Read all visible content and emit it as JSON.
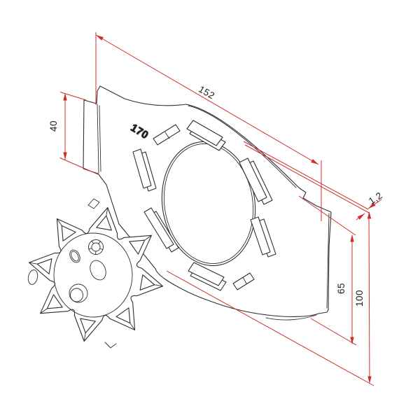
{
  "drawing": {
    "part_label": "170",
    "dimensions": {
      "plate_length": "152",
      "tab_height": "40",
      "sheet_thickness": "1,2",
      "edge_offset": "65",
      "plate_width": "100"
    },
    "colors": {
      "dimension_lines": "#cc2e2a",
      "part_lines": "#2f2f2f",
      "background": "#ffffff"
    }
  }
}
